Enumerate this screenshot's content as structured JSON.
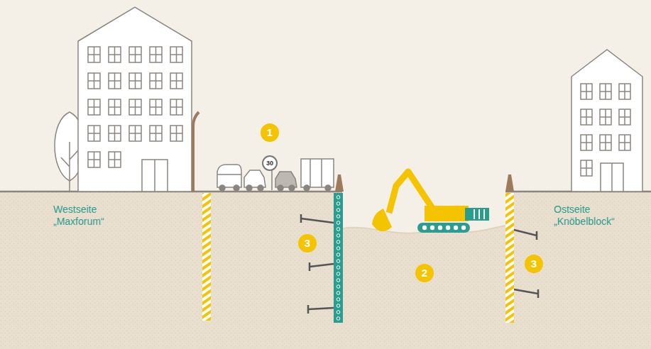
{
  "diagram": {
    "labels": [
      "1",
      "30",
      "Westseite „Maxforum“",
      "3",
      "2",
      "Ostseite „Knöbelblock“",
      "3"
    ]
  }
}
